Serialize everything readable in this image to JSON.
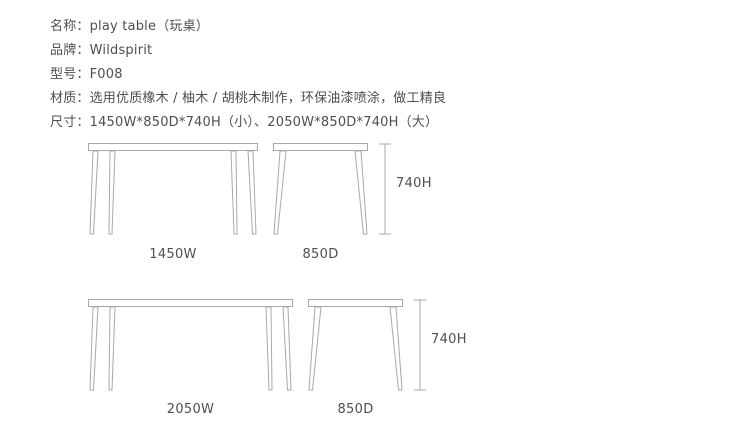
{
  "page": {
    "background": "#ffffff",
    "line_color": "#a9a9a9",
    "text_color": "#4f4f4f"
  },
  "specs": [
    {
      "label": "名称：",
      "value": "play table（玩桌）"
    },
    {
      "label": "品牌：",
      "value": "Wildspirit"
    },
    {
      "label": "型号：",
      "value": "F008"
    },
    {
      "label": "材质：",
      "value": "选用优质橡木 / 柚木 / 胡桃木制作，环保油漆喷涂，做工精良"
    },
    {
      "label": "尺寸：",
      "value": "1450W*850D*740H（小）、2050W*850D*740H（大）"
    }
  ],
  "diagrams": [
    {
      "width_label": "1450W",
      "depth_label": "850D",
      "height_label": "740H"
    },
    {
      "width_label": "2050W",
      "depth_label": "850D",
      "height_label": "740H"
    }
  ]
}
